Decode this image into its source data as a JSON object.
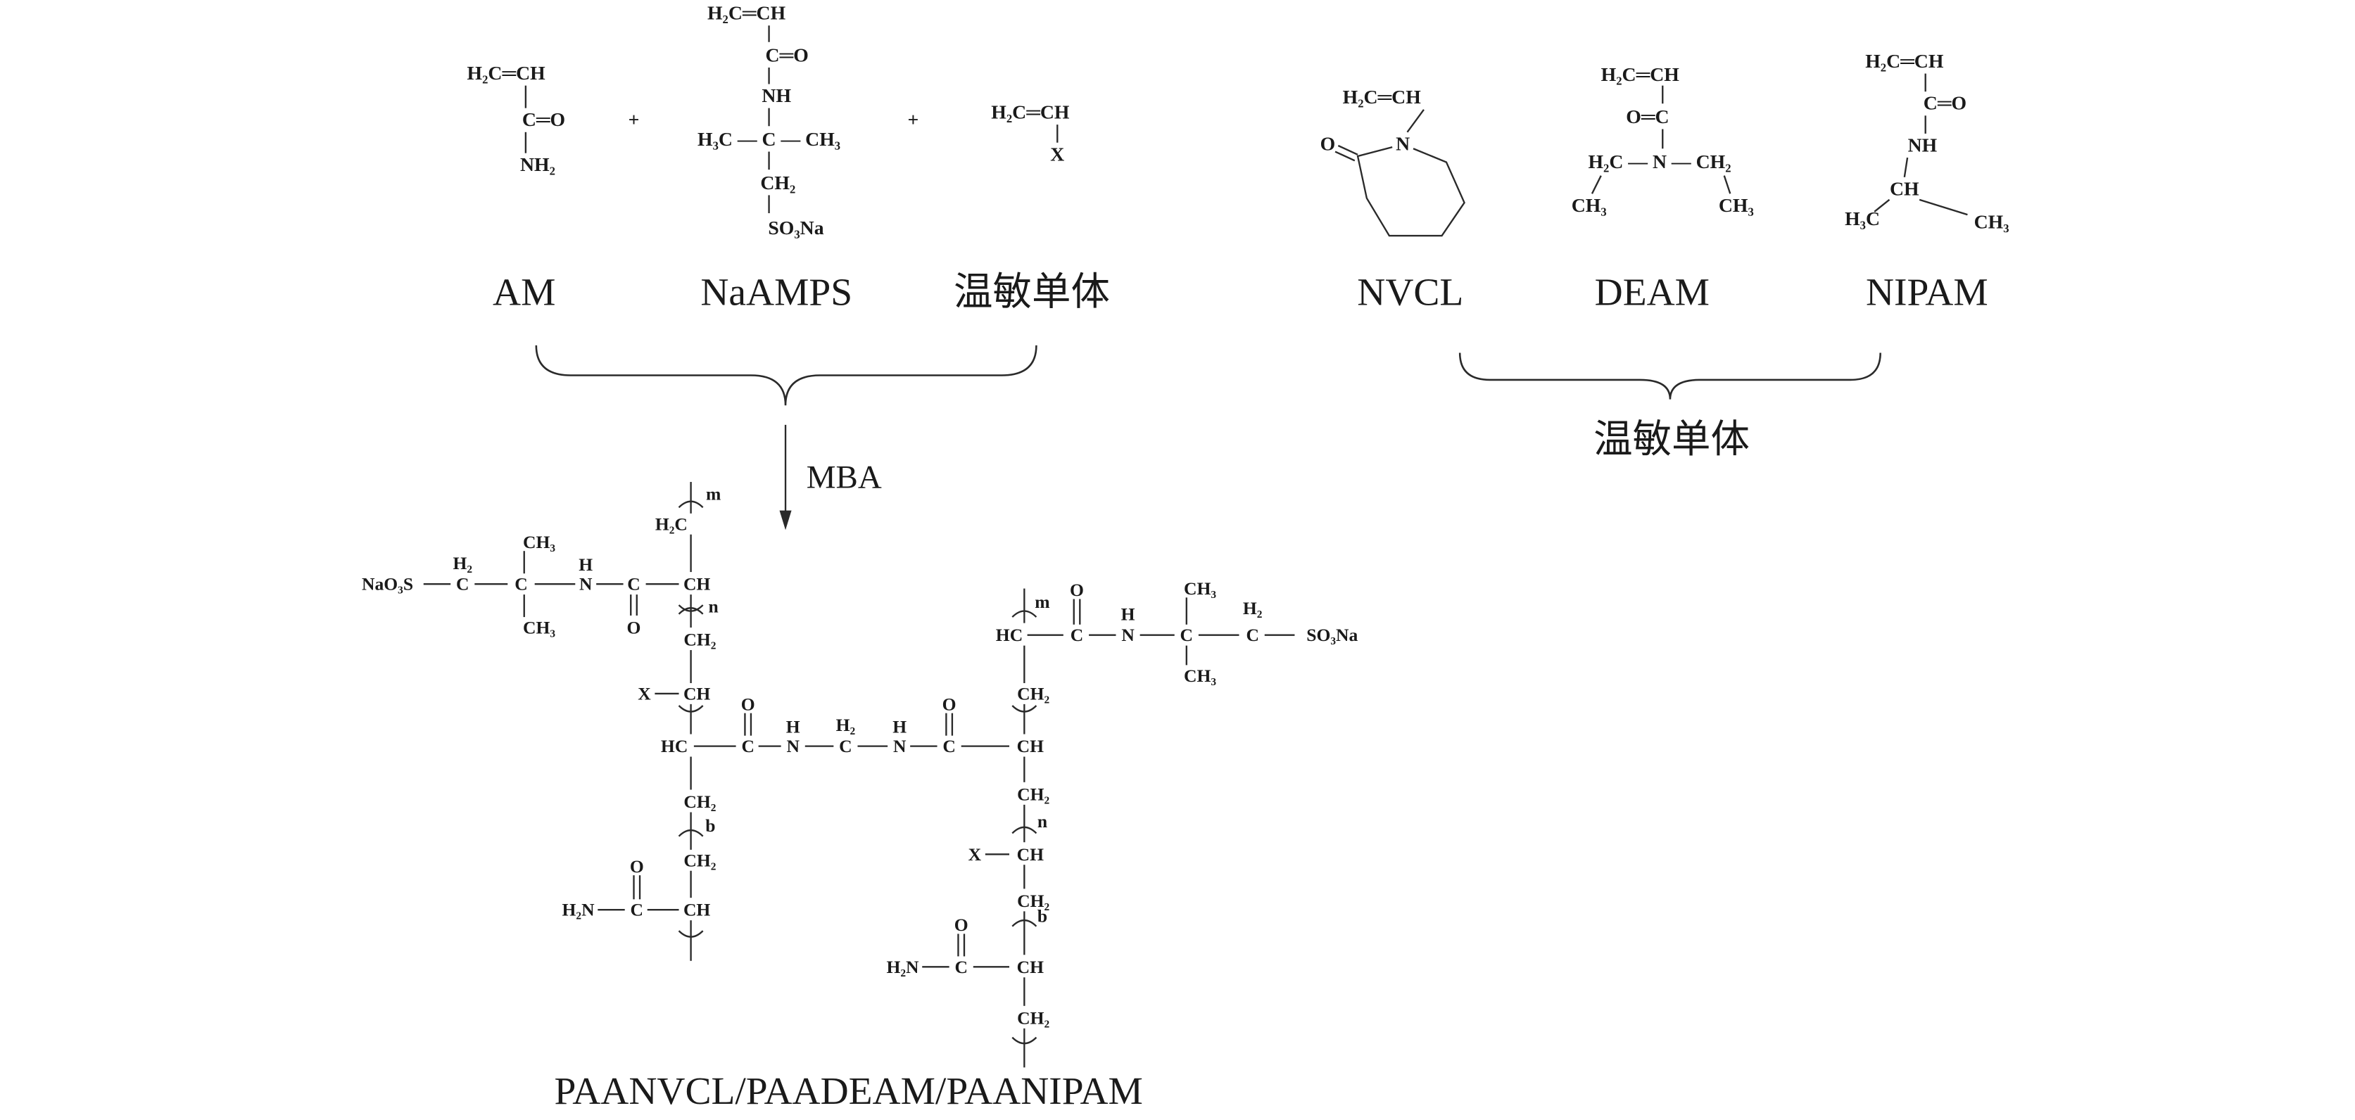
{
  "monomers": {
    "am": {
      "vinyl": "H₂C═CH",
      "carbonyl": "C═O",
      "amine": "NH₂",
      "label": "AM"
    },
    "naamps": {
      "vinyl": "H₂C═CH",
      "carbonyl": "C═O",
      "amide": "NH",
      "quaternary": "H₃C — C — CH₃",
      "methylene": "CH₂",
      "sulfonate": "SO₃Na",
      "label": "NaAMPS"
    },
    "thermo": {
      "vinyl": "H₂C═CH",
      "substituent": "X",
      "label": "温敏单体"
    },
    "nvcl": {
      "vinyl": "H₂C═CH",
      "nitrogen": "N",
      "oxygen": "O",
      "label": "NVCL"
    },
    "deam": {
      "vinyl": "H₂C═CH",
      "carbonyl": "O═C",
      "amine": "H₂C — N — CH₂",
      "methyl_left": "CH₃",
      "methyl_right": "CH₃",
      "label": "DEAM"
    },
    "nipam": {
      "vinyl": "H₂C═CH",
      "carbonyl": "C═O",
      "amide": "NH",
      "methine": "CH",
      "methyl_left": "H₃C",
      "methyl_right": "CH₃",
      "label": "NIPAM"
    }
  },
  "plus": "+",
  "group_label": "温敏单体",
  "crosslinker": "MBA",
  "product_label": "PAANVCL/PAADEAM/PAANIPAM",
  "polymer": {
    "atoms": [
      "m",
      "H₂C",
      "NaO₃S",
      "H₂",
      "C",
      "CH₃",
      "C",
      "CH₃",
      "H",
      "N",
      "C",
      "O",
      "CH",
      "n",
      "CH₂",
      "X",
      "CH",
      "HC",
      "O",
      "C",
      "H",
      "N",
      "H₂",
      "C",
      "H",
      "N",
      "O",
      "C",
      "CH",
      "CH₂",
      "b",
      "CH₂",
      "O",
      "H₂N",
      "C",
      "CH",
      "m",
      "HC",
      "O",
      "C",
      "H",
      "N",
      "CH₃",
      "C",
      "CH₃",
      "H₂",
      "C",
      "SO₃Na",
      "CH₂",
      "CH₂",
      "n",
      "X",
      "CH",
      "CH₂",
      "b",
      "O",
      "H₂N",
      "C",
      "CH",
      "CH₂"
    ]
  }
}
